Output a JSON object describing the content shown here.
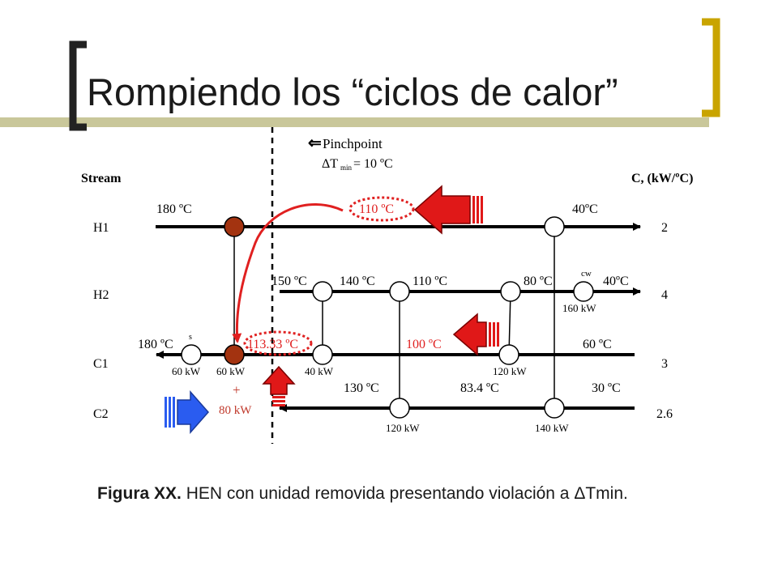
{
  "slide": {
    "title": "Rompiendo los “ciclos de calor”",
    "caption_bold": "Figura XX.",
    "caption_text": " HEN con unidad removida presentando violación a ",
    "caption_symbol": "Δ",
    "caption_end": "Tmin."
  },
  "diagram": {
    "pinch_label": "Pinchpoint",
    "pinch_arrow": "⇐",
    "dtmin_delta": "ΔT",
    "dtmin_sub": "min",
    "dtmin_value": "= 10 ºC",
    "header_stream": "Stream",
    "header_cp": "C, (kW/ºC)",
    "streams": [
      {
        "name": "H1",
        "cp": "2"
      },
      {
        "name": "H2",
        "cp": "4"
      },
      {
        "name": "C1",
        "cp": "3"
      },
      {
        "name": "C2",
        "cp": "2.6"
      }
    ],
    "temps": {
      "h1_in": "180 ºC",
      "h1_mid": "110 ºC",
      "h1_out": "40ºC",
      "h2_a": "150 ºC",
      "h2_b": "140 ºC",
      "h2_c": "110 ºC",
      "h2_d": "80 ºC",
      "h2_out": "40ºC",
      "c1_out": "180 ºC",
      "c1_mid1": "113.33 ºC",
      "c1_mid2": "100 ºC",
      "c1_in": "60 ºC",
      "c2_a": "130 ºC",
      "c2_b": "83.4 ºC",
      "c2_in": "30 ºC"
    },
    "duties": {
      "steam": "60 kW",
      "ex1": "60 kW",
      "ex2": "40 kW",
      "ex3": "120 kW",
      "cw": "160 kW",
      "c2_ex1": "120 kW",
      "c2_ex2": "140 kW"
    },
    "utility_labels": {
      "steam": "s",
      "cooling": "cw"
    },
    "added_plus": "+",
    "added_duty": "80 kW",
    "colors": {
      "line": "#000000",
      "highlight": "#e02020",
      "arrow_red": "#e01818",
      "arrow_blue": "#2a5cf0",
      "exchanger_fill": "#a33310",
      "accent_bar": "#c9a400",
      "accent_band": "#c9c79a",
      "title_bracket": "#222222"
    }
  }
}
